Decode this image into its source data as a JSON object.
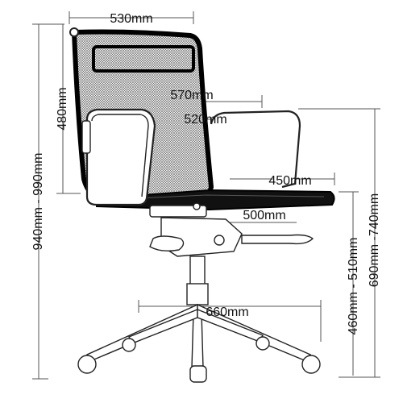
{
  "dimensions": {
    "top_width": "530mm",
    "back_height": "480mm",
    "overall_height": "940mm - 990mm",
    "arm_width_outer": "570mm",
    "arm_width_inner": "520mm",
    "seat_depth": "450mm",
    "seat_width": "500mm",
    "arm_height": "690mm -740mm",
    "seat_height": "460mm - 510mm",
    "base_diameter": "660mm"
  }
}
